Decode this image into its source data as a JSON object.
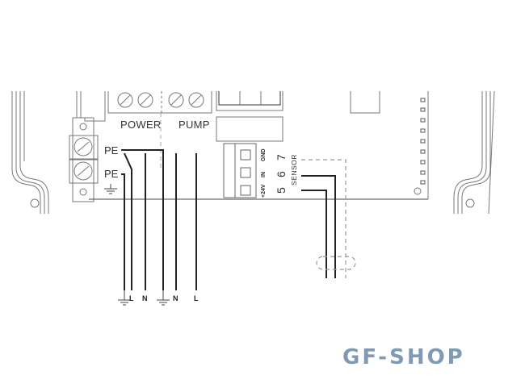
{
  "diagram": {
    "type": "wiring-diagram",
    "terminal_groups": [
      {
        "id": "power",
        "label": "POWER"
      },
      {
        "id": "pump",
        "label": "PUMP"
      }
    ],
    "earth_terminals": [
      {
        "id": "pe1",
        "label": "PE"
      },
      {
        "id": "pe2",
        "label": "PE"
      }
    ],
    "sensor_block": {
      "pins": [
        {
          "signal": "+24V",
          "number": "5"
        },
        {
          "signal": "IN",
          "number": "6"
        },
        {
          "signal": "GND",
          "number": "7"
        }
      ],
      "label": "SENSOR"
    },
    "wire_labels": [
      {
        "id": "power-earth",
        "label": "earth-symbol"
      },
      {
        "id": "power-L",
        "label": "L"
      },
      {
        "id": "power-N",
        "label": "N"
      },
      {
        "id": "pump-earth",
        "label": "earth-symbol"
      },
      {
        "id": "pump-N",
        "label": "N"
      },
      {
        "id": "pump-L",
        "label": "L"
      }
    ],
    "colors": {
      "line": "#222222",
      "outline": "#888888",
      "shield": "#999999",
      "brand": "#7f9ab3"
    }
  },
  "watermark": {
    "text": "GF-SHOP"
  }
}
